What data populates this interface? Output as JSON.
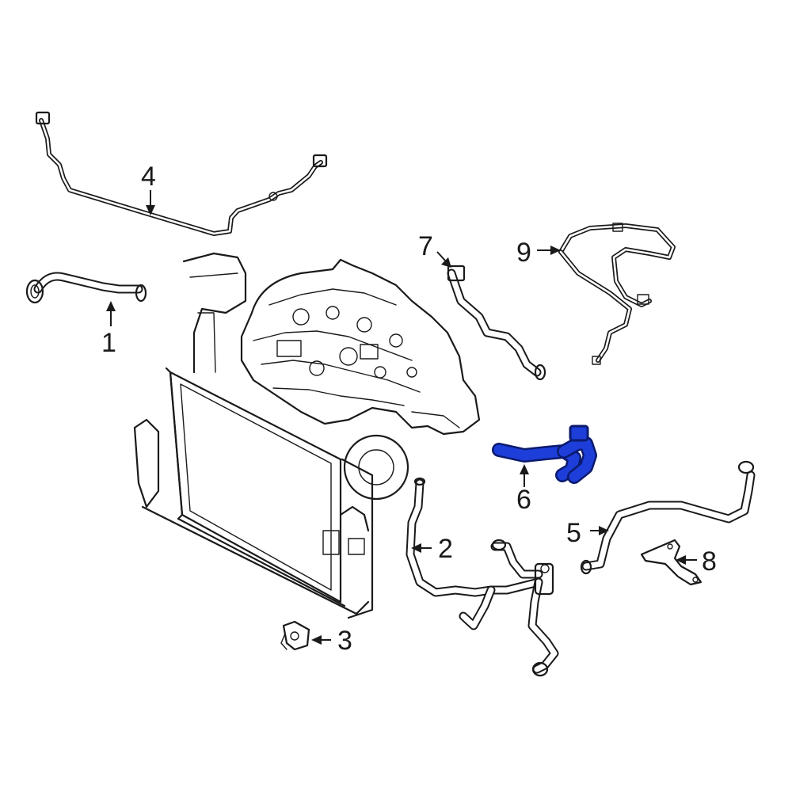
{
  "callouts": {
    "c1": "1",
    "c2": "2",
    "c3": "3",
    "c4": "4",
    "c5": "5",
    "c6": "6",
    "c7": "7",
    "c8": "8",
    "c9": "9"
  },
  "colors": {
    "highlight": "#1d3ed8",
    "line": "#1a1a1a",
    "background": "#ffffff"
  }
}
